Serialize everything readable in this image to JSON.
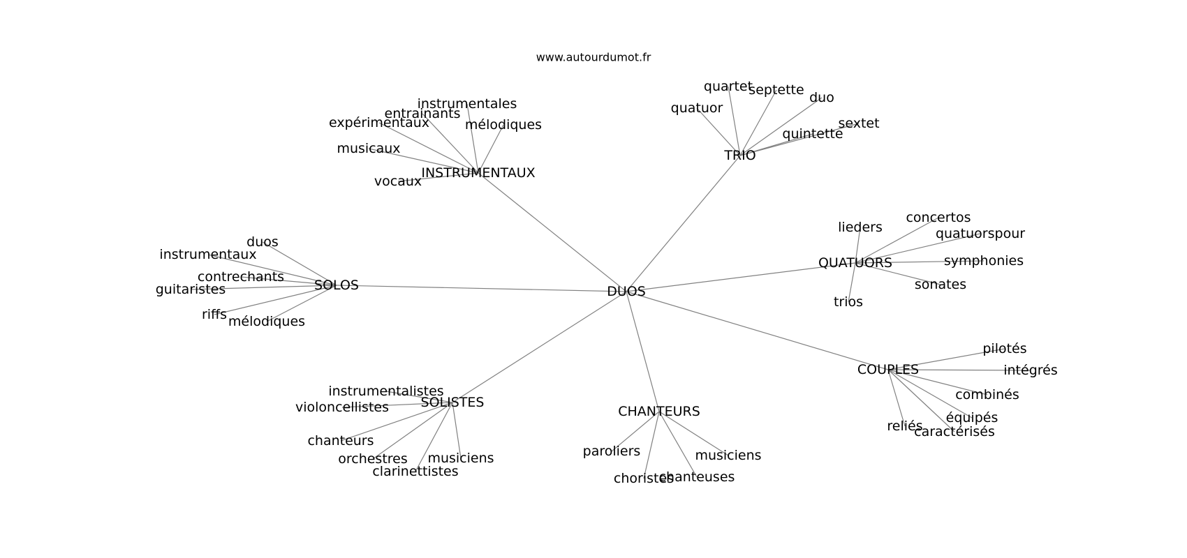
{
  "source": "www.autourdumot.fr",
  "graph": {
    "center": "DUOS",
    "clusters": [
      {
        "hub": "INSTRUMENTAUX",
        "leaves": [
          "instrumentales",
          "entrainants",
          "expérimentaux",
          "mélodiques",
          "musicaux",
          "vocaux"
        ]
      },
      {
        "hub": "TRIO",
        "leaves": [
          "quartet",
          "septette",
          "duo",
          "quatuor",
          "sextet",
          "quintette"
        ]
      },
      {
        "hub": "QUATUORS",
        "leaves": [
          "concertos",
          "lieders",
          "quatuorspour",
          "symphonies",
          "sonates",
          "trios"
        ]
      },
      {
        "hub": "SOLOS",
        "leaves": [
          "duos",
          "instrumentaux",
          "contrechants",
          "guitaristes",
          "riffs",
          "mélodiques"
        ]
      },
      {
        "hub": "COUPLES",
        "leaves": [
          "pilotés",
          "intégrés",
          "combinés",
          "équipés",
          "reliés",
          "caractérisés"
        ]
      },
      {
        "hub": "SOLISTES",
        "leaves": [
          "instrumentalistes",
          "violoncellistes",
          "chanteurs",
          "orchestres",
          "musiciens",
          "clarinettistes"
        ]
      },
      {
        "hub": "CHANTEURS",
        "leaves": [
          "paroliers",
          "musiciens",
          "choristes",
          "chanteuses"
        ]
      }
    ]
  }
}
